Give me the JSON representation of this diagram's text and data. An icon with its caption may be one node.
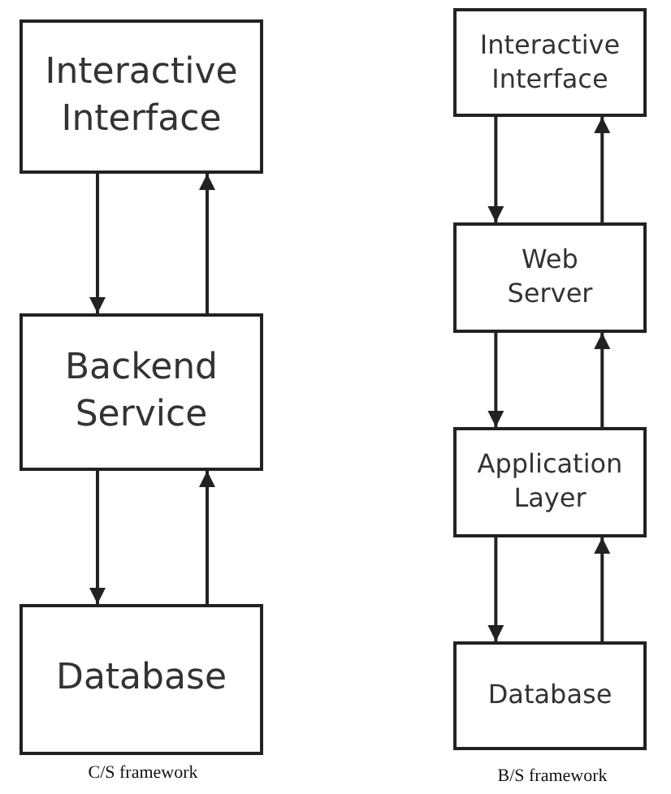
{
  "diagram": {
    "nodes": [
      {
        "text": [
          "Interactive Interface"
        ]
      },
      {
        "text": [
          "Backend Service"
        ]
      },
      {
        "text": [
          "Database"
        ]
      },
      {
        "text": [
          "Interactive Interface"
        ]
      },
      {
        "text": [
          "Web Server"
        ]
      },
      {
        "text": [
          "Application Layer"
        ]
      },
      {
        "text": [
          "Database"
        ]
      }
    ],
    "edges": [
      {
        "from": 0,
        "to": 1,
        "arrow": "to"
      },
      {
        "from": 1,
        "to": 0,
        "arrow": "to"
      },
      {
        "from": 1,
        "to": 2,
        "arrow": "to"
      },
      {
        "from": 2,
        "to": 1,
        "arrow": "to"
      },
      {
        "from": 3,
        "to": 4,
        "arrow": "to"
      },
      {
        "from": 4,
        "to": 3,
        "arrow": "to"
      },
      {
        "from": 4,
        "to": 5,
        "arrow": "to"
      },
      {
        "from": 5,
        "to": 4,
        "arrow": "to"
      },
      {
        "from": 5,
        "to": 6,
        "arrow": "to"
      },
      {
        "from": 6,
        "to": 5,
        "arrow": "to"
      }
    ],
    "labels": [
      "C/S framework",
      "B/S framework"
    ]
  }
}
